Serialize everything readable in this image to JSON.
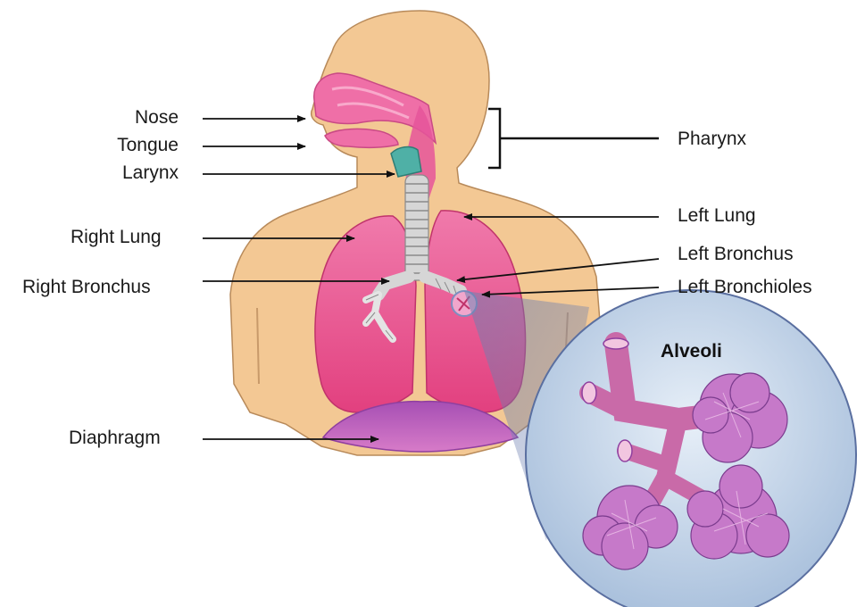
{
  "labels": {
    "nose": "Nose",
    "tongue": "Tongue",
    "larynx": "Larynx",
    "right_lung": "Right Lung",
    "right_bronchus": "Right Bronchus",
    "diaphragm": "Diaphragm",
    "pharynx": "Pharynx",
    "left_lung": "Left Lung",
    "left_bronchus": "Left Bronchus",
    "left_bronchioles": "Left Bronchioles",
    "alveoli": "Alveoli"
  },
  "colors": {
    "skin": "#f3c894",
    "skin_outline": "#b88a5a",
    "lung": "#ea4d8c",
    "lung_light": "#f48bb5",
    "diaphragm": "#c85fc1",
    "trachea": "#c8c8c8",
    "larynx": "#4fb0a6",
    "inset_bg": "#c9d9ec",
    "alveoli": "#b45bb5"
  }
}
